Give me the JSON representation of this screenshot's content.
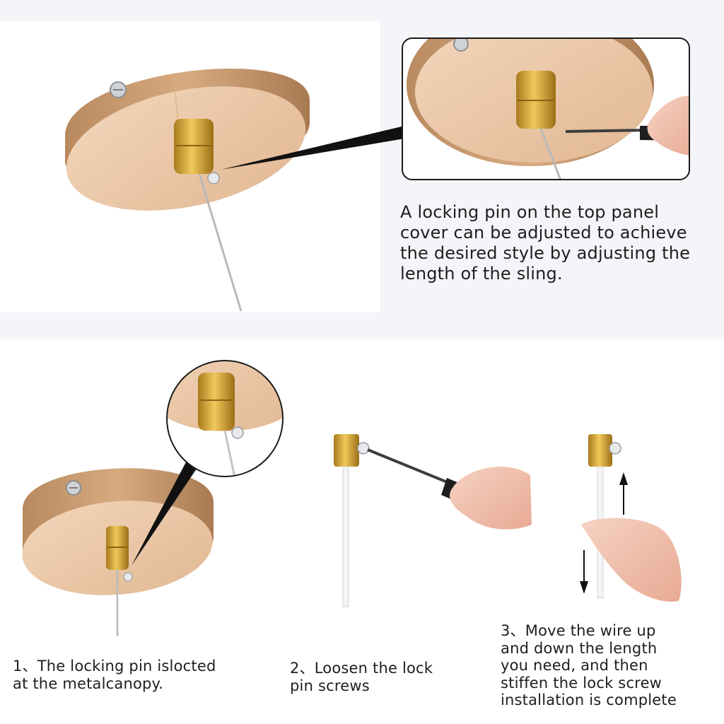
{
  "intro": {
    "caption": "A locking pin on the top panel\ncover can be adjusted to achieve\nthe desired style by adjusting the\nlength of the sling."
  },
  "steps": [
    {
      "caption": "1、The locking pin islocted\n     at the metalcanopy."
    },
    {
      "caption": "2、Loosen the lock\n     pin screws"
    },
    {
      "caption": "3、Move the wire up\n     and down the length\n     you need, and then\n     stiffen the lock screw\n     installation is complete"
    }
  ],
  "colors": {
    "panel_bg": "#f3f5f9",
    "canopy_rose_gold": "#e6c3a2",
    "brass": "#d9a93a",
    "screwdriver_handle": "#e8541e",
    "text": "#1e1e1e"
  },
  "icons": [
    "canopy-icon",
    "locking-pin-icon",
    "screwdriver-icon",
    "hand-icon",
    "arrow-up-icon",
    "arrow-down-icon",
    "magnifier-circle-icon"
  ]
}
